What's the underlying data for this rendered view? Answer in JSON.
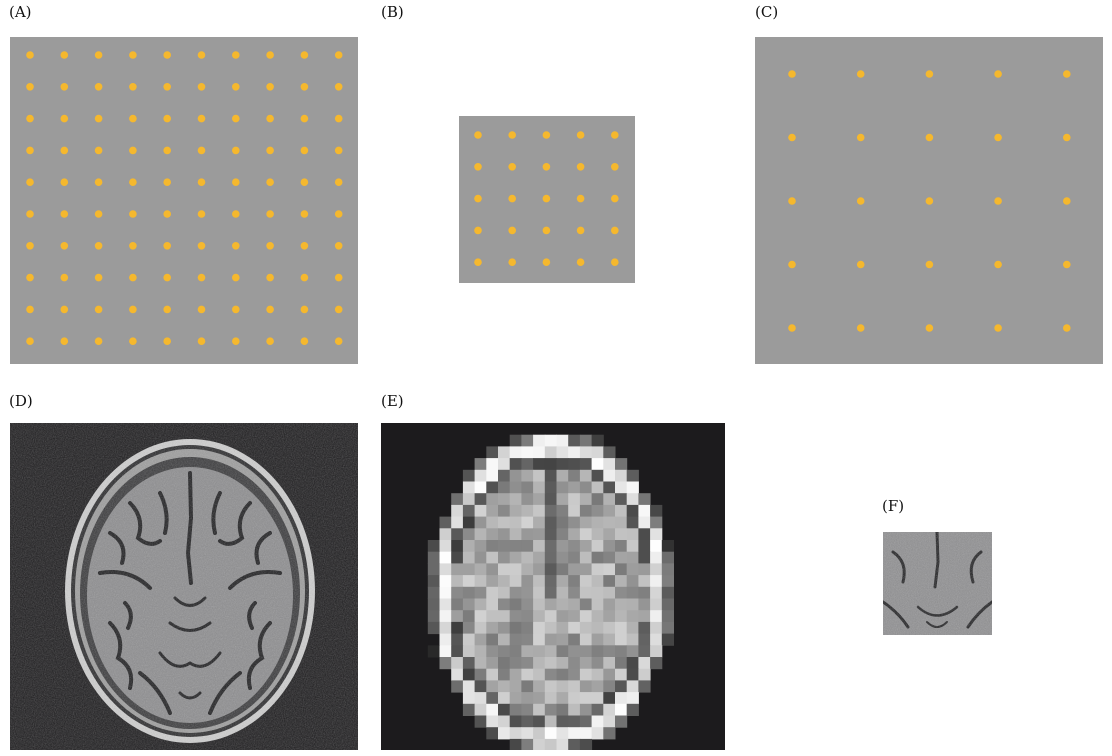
{
  "figure": {
    "panels": [
      {
        "id": "A",
        "label": "(A)",
        "kind": "dot-grid",
        "rows": 10,
        "cols": 10
      },
      {
        "id": "B",
        "label": "(B)",
        "kind": "dot-grid",
        "rows": 5,
        "cols": 5
      },
      {
        "id": "C",
        "label": "(C)",
        "kind": "dot-grid",
        "rows": 5,
        "cols": 5
      },
      {
        "id": "D",
        "label": "(D)",
        "kind": "mri-slice",
        "resolution": "high"
      },
      {
        "id": "E",
        "label": "(E)",
        "kind": "mri-slice",
        "resolution": "low (pixelated)"
      },
      {
        "id": "F",
        "label": "(F)",
        "kind": "mri-crop",
        "resolution": "high (cropped)"
      }
    ],
    "colors": {
      "grid_background": "#9b9b9b",
      "dot": "#f5b82e",
      "mri_background": "#1c1b1d"
    }
  }
}
